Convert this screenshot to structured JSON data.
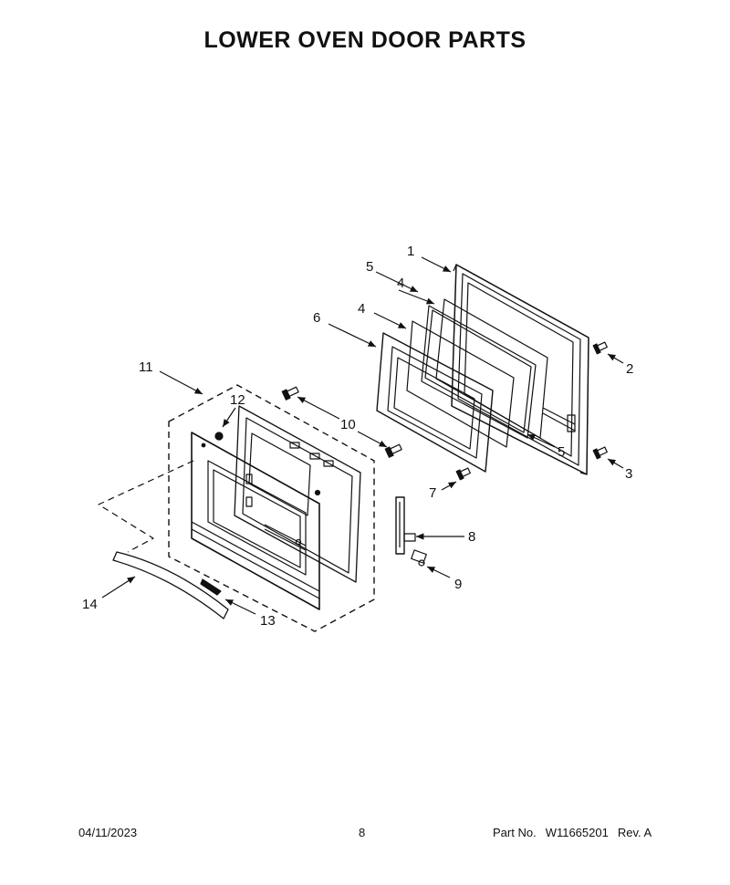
{
  "title": "LOWER OVEN DOOR PARTS",
  "callouts": [
    "1",
    "2",
    "3",
    "4",
    "4",
    "5",
    "5",
    "6",
    "7",
    "8",
    "9",
    "10",
    "11",
    "12",
    "13",
    "14"
  ],
  "footer": {
    "date": "04/11/2023",
    "page": "8",
    "part_label": "Part No.",
    "part_number": "W11665201",
    "revision": "Rev. A"
  }
}
